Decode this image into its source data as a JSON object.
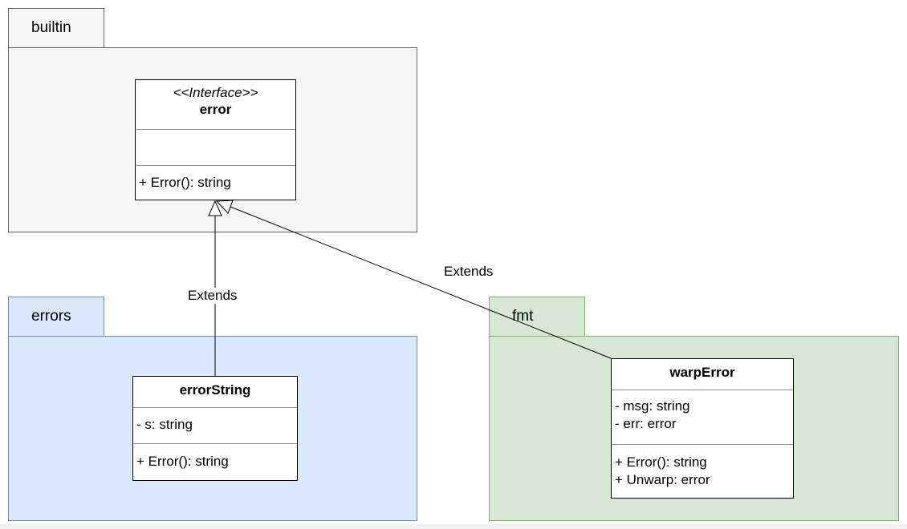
{
  "packages": {
    "builtin": {
      "label": "builtin",
      "fill": "#f5f5f5"
    },
    "errors": {
      "label": "errors",
      "fill": "#dae8fc"
    },
    "fmt": {
      "label": "fmt",
      "fill": "#d5e8d4"
    }
  },
  "classes": {
    "error": {
      "stereotype": "<<Interface>>",
      "name": "error",
      "attributes": [],
      "methods": [
        "+ Error(): string"
      ]
    },
    "errorString": {
      "name": "errorString",
      "attributes": [
        "- s: string"
      ],
      "methods": [
        "+ Error(): string"
      ]
    },
    "warpError": {
      "name": "warpError",
      "attributes": [
        "- msg: string",
        "- err: error"
      ],
      "methods": [
        "+ Error(): string",
        "+ Unwarp: error"
      ]
    }
  },
  "edges": {
    "errorString_to_error": {
      "label": "Extends"
    },
    "warpError_to_error": {
      "label": "Extends"
    }
  }
}
